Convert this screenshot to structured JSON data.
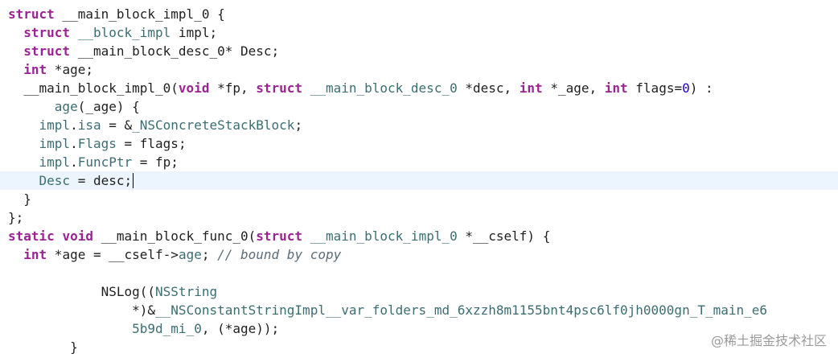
{
  "colors": {
    "background": "#ffffff",
    "keyword": "#9b2393",
    "type": "#3b6e72",
    "plain": "#1f1f1f",
    "number": "#1c00cf",
    "comment": "#5d6c79",
    "current_line": "#ecf5fe"
  },
  "watermark": "@稀土掘金技术社区",
  "lines": [
    [
      [
        "kw",
        "struct"
      ],
      [
        "pl",
        " __main_block_impl_0 {"
      ]
    ],
    [
      [
        "pl",
        "  "
      ],
      [
        "kw",
        "struct"
      ],
      [
        "pl",
        " "
      ],
      [
        "ty",
        "__block_impl"
      ],
      [
        "pl",
        " impl;"
      ]
    ],
    [
      [
        "pl",
        "  "
      ],
      [
        "kw",
        "struct"
      ],
      [
        "pl",
        " __main_block_desc_0* Desc;"
      ]
    ],
    [
      [
        "pl",
        "  "
      ],
      [
        "kw",
        "int"
      ],
      [
        "pl",
        " *age;"
      ]
    ],
    [
      [
        "pl",
        "  __main_block_impl_0("
      ],
      [
        "kw",
        "void"
      ],
      [
        "pl",
        " *fp, "
      ],
      [
        "kw",
        "struct"
      ],
      [
        "pl",
        " "
      ],
      [
        "ty",
        "__main_block_desc_0"
      ],
      [
        "pl",
        " *desc, "
      ],
      [
        "kw",
        "int"
      ],
      [
        "pl",
        " *_age, "
      ],
      [
        "kw",
        "int"
      ],
      [
        "pl",
        " flags="
      ],
      [
        "num",
        "0"
      ],
      [
        "pl",
        ") :"
      ]
    ],
    [
      [
        "pl",
        "      "
      ],
      [
        "ty",
        "age"
      ],
      [
        "pl",
        "(_age) {"
      ]
    ],
    [
      [
        "pl",
        "    "
      ],
      [
        "ty",
        "impl"
      ],
      [
        "pl",
        "."
      ],
      [
        "ty",
        "isa"
      ],
      [
        "pl",
        " = &"
      ],
      [
        "ty",
        "_NSConcreteStackBlock"
      ],
      [
        "pl",
        ";"
      ]
    ],
    [
      [
        "pl",
        "    "
      ],
      [
        "ty",
        "impl"
      ],
      [
        "pl",
        "."
      ],
      [
        "ty",
        "Flags"
      ],
      [
        "pl",
        " = flags;"
      ]
    ],
    [
      [
        "pl",
        "    "
      ],
      [
        "ty",
        "impl"
      ],
      [
        "pl",
        "."
      ],
      [
        "ty",
        "FuncPtr"
      ],
      [
        "pl",
        " = fp;"
      ]
    ],
    [
      [
        "pl",
        "    "
      ],
      [
        "ty",
        "Desc"
      ],
      [
        "pl",
        " = desc;"
      ]
    ],
    [
      [
        "pl",
        "  }"
      ]
    ],
    [
      [
        "pl",
        "};"
      ]
    ],
    [
      [
        "kw",
        "static"
      ],
      [
        "pl",
        " "
      ],
      [
        "kw",
        "void"
      ],
      [
        "pl",
        " __main_block_func_0("
      ],
      [
        "kw",
        "struct"
      ],
      [
        "pl",
        " "
      ],
      [
        "ty",
        "__main_block_impl_0"
      ],
      [
        "pl",
        " *__cself) {"
      ]
    ],
    [
      [
        "pl",
        "  "
      ],
      [
        "kw",
        "int"
      ],
      [
        "pl",
        " *age = __cself->"
      ],
      [
        "ty",
        "age"
      ],
      [
        "pl",
        "; "
      ],
      [
        "cm",
        "// bound by copy"
      ]
    ],
    [],
    [
      [
        "pl",
        "            NSLog(("
      ],
      [
        "ty",
        "NSString"
      ]
    ],
    [
      [
        "pl",
        "                *)&"
      ],
      [
        "ty",
        "__NSConstantStringImpl__var_folders_md_6xzzh8m1155bnt4psc6lf0jh0000gn_T_main_e6"
      ]
    ],
    [
      [
        "pl",
        "                "
      ],
      [
        "ty",
        "5b9d_mi_0"
      ],
      [
        "pl",
        ", (*age));"
      ]
    ],
    [
      [
        "pl",
        "        }"
      ]
    ]
  ]
}
